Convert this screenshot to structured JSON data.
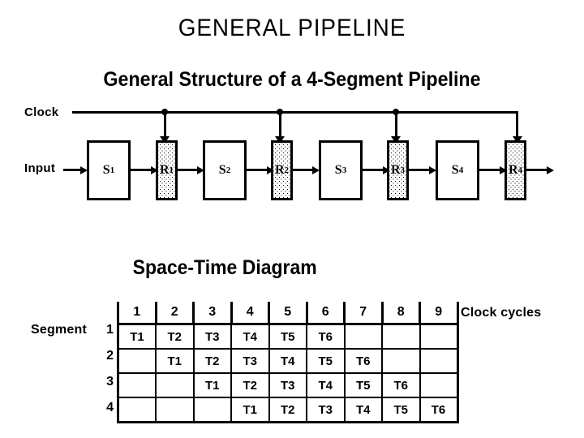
{
  "main_title": "GENERAL  PIPELINE",
  "pipeline_diagram": {
    "title": "General Structure of a 4-Segment Pipeline",
    "clock_label": "Clock",
    "input_label": "Input",
    "segments": [
      {
        "name": "S",
        "index": "1"
      },
      {
        "name": "S",
        "index": "2"
      },
      {
        "name": "S",
        "index": "3"
      },
      {
        "name": "S",
        "index": "4"
      }
    ],
    "registers": [
      {
        "name": "R",
        "index": "1"
      },
      {
        "name": "R",
        "index": "2"
      },
      {
        "name": "R",
        "index": "3"
      },
      {
        "name": "R",
        "index": "4"
      }
    ]
  },
  "space_time_diagram": {
    "title": "Space-Time Diagram",
    "row_axis_label": "Segment",
    "column_axis_label": "Clock cycles",
    "column_headers": [
      "1",
      "2",
      "3",
      "4",
      "5",
      "6",
      "7",
      "8",
      "9"
    ],
    "row_headers": [
      "1",
      "2",
      "3",
      "4"
    ],
    "rows": [
      [
        "T1",
        "T2",
        "T3",
        "T4",
        "T5",
        "T6",
        "",
        "",
        ""
      ],
      [
        "",
        "T1",
        "T2",
        "T3",
        "T4",
        "T5",
        "T6",
        "",
        ""
      ],
      [
        "",
        "",
        "T1",
        "T2",
        "T3",
        "T4",
        "T5",
        "T6",
        ""
      ],
      [
        "",
        "",
        "",
        "T1",
        "T2",
        "T3",
        "T4",
        "T5",
        "T6"
      ]
    ]
  },
  "colors": {
    "ink": "#000000",
    "background": "#ffffff"
  }
}
